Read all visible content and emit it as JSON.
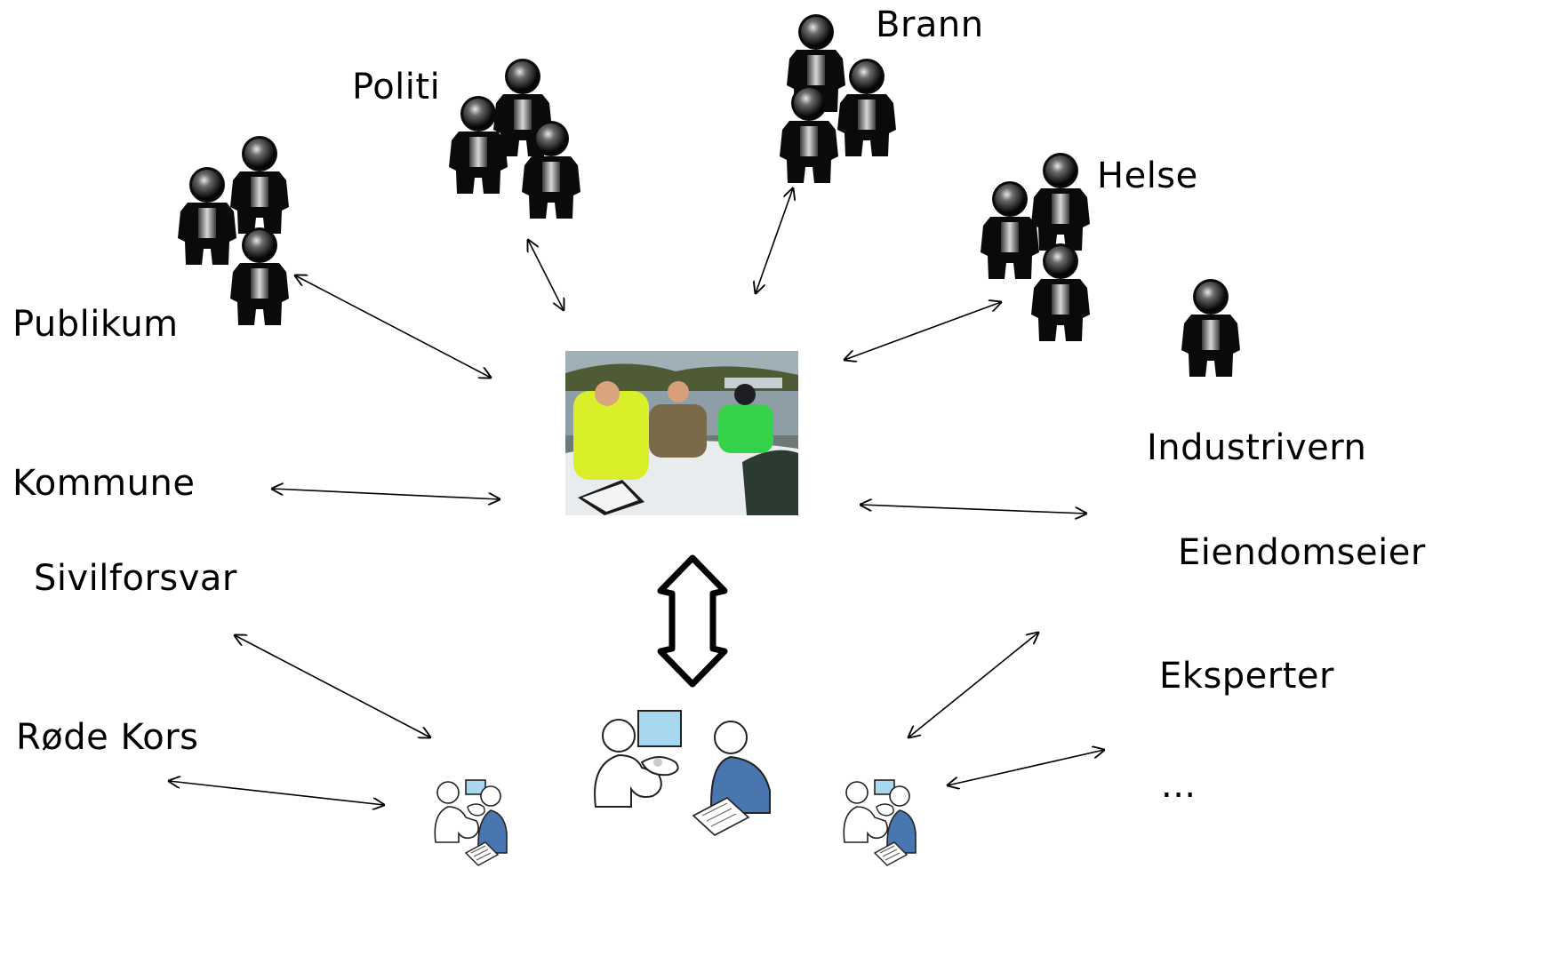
{
  "labels": {
    "publikum": "Publikum",
    "politi": "Politi",
    "brann": "Brann",
    "helse": "Helse",
    "industrivern": "Industrivern",
    "kommune": "Kommune",
    "eiendomseier": "Eiendomseier",
    "sivilforsvar": "Sivilforsvar",
    "eksperter": "Eksperter",
    "rode_kors": "Røde Kors",
    "more": "..."
  },
  "icons": {
    "person": "person-silhouette-icon",
    "center_photo": "field-command-photo",
    "team": "operations-team-icon"
  },
  "colors": {
    "silhouette": "#0a0a0a",
    "vest_yellow": "#d8ef2a",
    "vest_green": "#35d24a",
    "screen": "#a8d8f0",
    "team_shirt": "#4a76b0"
  }
}
